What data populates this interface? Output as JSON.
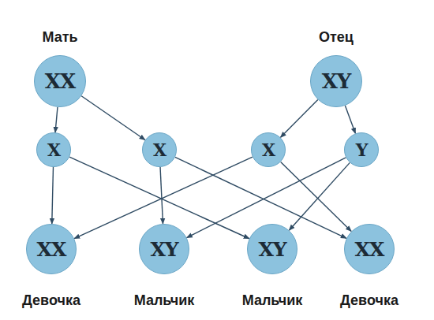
{
  "diagram": {
    "nodes": [
      {
        "text": [
          "Мать",
          "XX"
        ]
      },
      {
        "text": [
          "Отец",
          "XY"
        ]
      },
      {
        "text": [
          "X"
        ]
      },
      {
        "text": [
          "X"
        ]
      },
      {
        "text": [
          "X"
        ]
      },
      {
        "text": [
          "Y"
        ]
      },
      {
        "text": [
          "XX",
          "Девочка"
        ]
      },
      {
        "text": [
          "XY",
          "Мальчик"
        ]
      },
      {
        "text": [
          "XY",
          "Мальчик"
        ]
      },
      {
        "text": [
          "XX",
          "Девочка"
        ]
      }
    ],
    "edges": [
      {
        "from": 0,
        "to": 2,
        "arrow": "to"
      },
      {
        "from": 0,
        "to": 3,
        "arrow": "to"
      },
      {
        "from": 1,
        "to": 4,
        "arrow": "to"
      },
      {
        "from": 1,
        "to": 5,
        "arrow": "to"
      },
      {
        "from": 2,
        "to": 6,
        "arrow": "to"
      },
      {
        "from": 2,
        "to": 8,
        "arrow": "to"
      },
      {
        "from": 3,
        "to": 7,
        "arrow": "to"
      },
      {
        "from": 3,
        "to": 9,
        "arrow": "to"
      },
      {
        "from": 4,
        "to": 6,
        "arrow": "to"
      },
      {
        "from": 4,
        "to": 9,
        "arrow": "to"
      },
      {
        "from": 5,
        "to": 7,
        "arrow": "to"
      },
      {
        "from": 5,
        "to": 8,
        "arrow": "to"
      }
    ]
  }
}
